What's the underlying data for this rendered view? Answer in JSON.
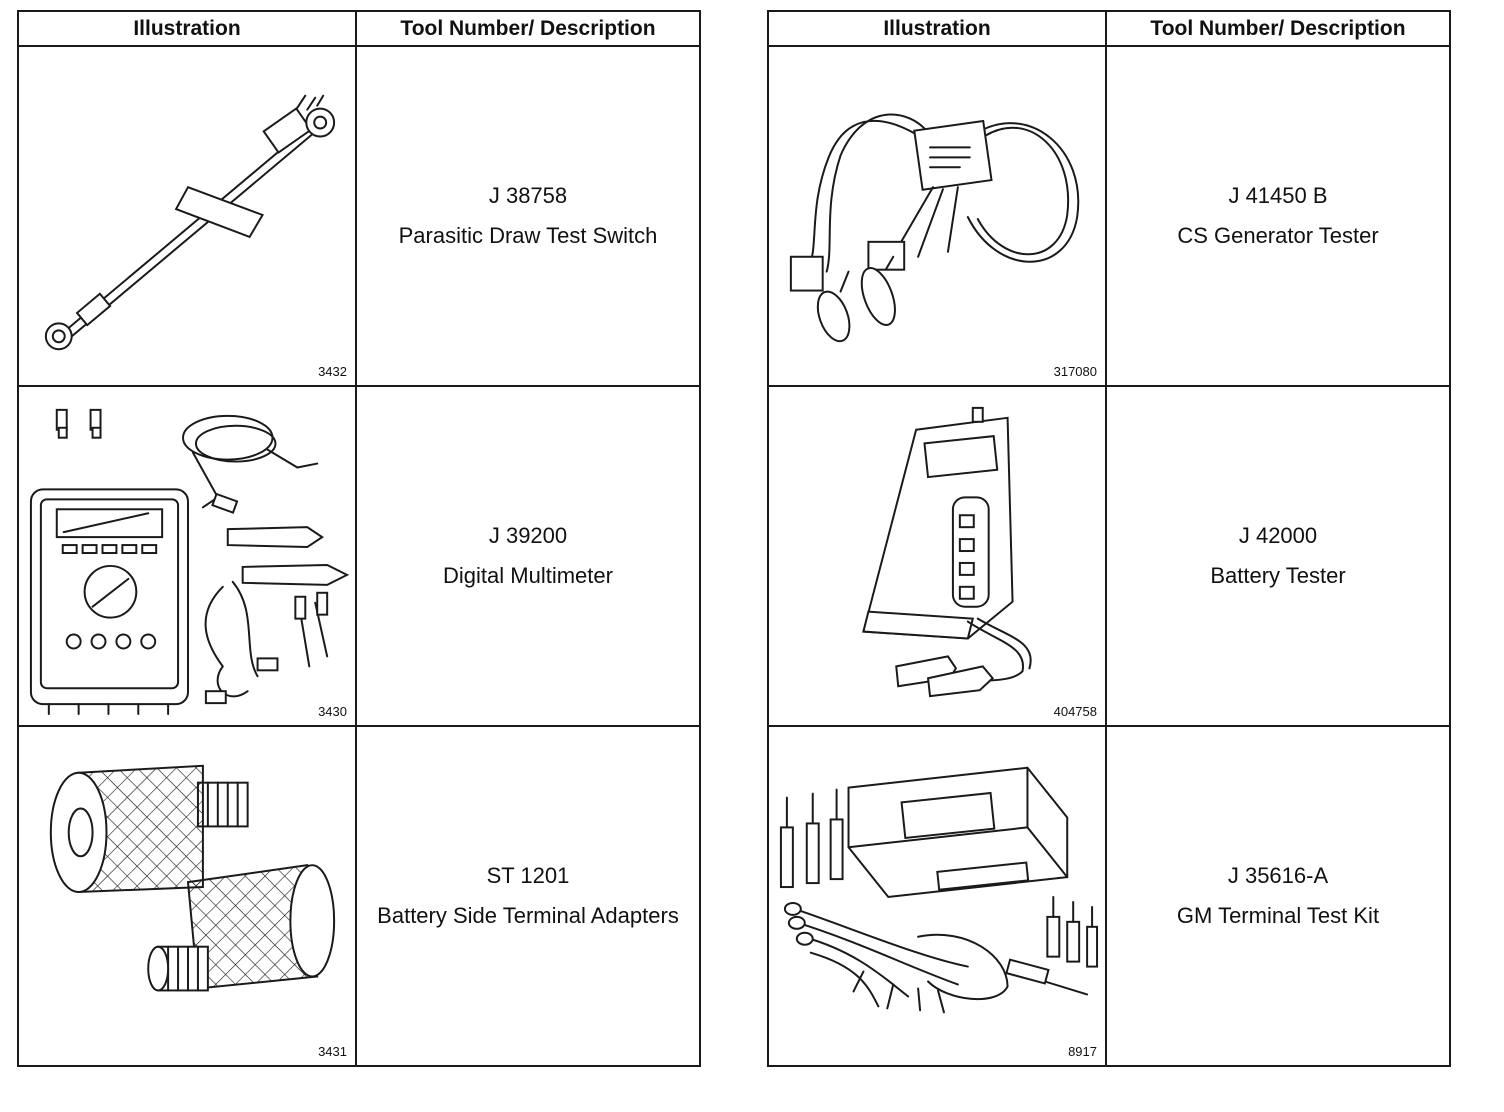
{
  "left_table": {
    "header_illustration": "Illustration",
    "header_description": "Tool Number/ Description",
    "rows": [
      {
        "tool_number": "J 38758",
        "description": "Parasitic Draw Test Switch",
        "figure_number": "3432"
      },
      {
        "tool_number": "J 39200",
        "description": "Digital Multimeter",
        "figure_number": "3430"
      },
      {
        "tool_number": "ST 1201",
        "description": "Battery Side Terminal Adapters",
        "figure_number": "3431"
      }
    ]
  },
  "right_table": {
    "header_illustration": "Illustration",
    "header_description": "Tool Number/ Description",
    "rows": [
      {
        "tool_number": "J 41450 B",
        "description": "CS Generator Tester",
        "figure_number": "317080"
      },
      {
        "tool_number": "J 42000",
        "description": "Battery Tester",
        "figure_number": "404758"
      },
      {
        "tool_number": "J 35616-A",
        "description": "GM Terminal Test Kit",
        "figure_number": "8917"
      }
    ]
  }
}
